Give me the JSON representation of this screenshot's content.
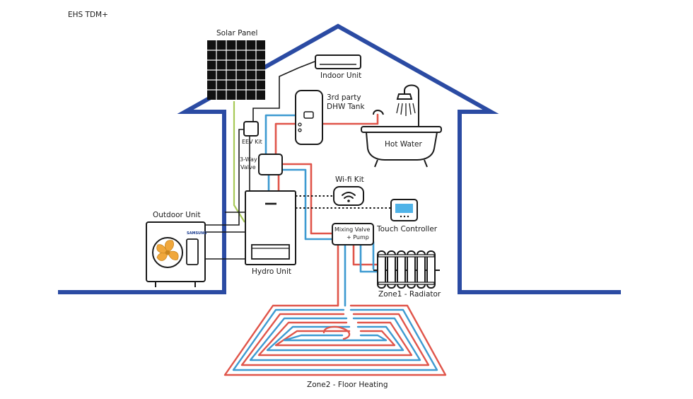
{
  "title": "EHS TDM+",
  "labels": {
    "solar_panel": "Solar Panel",
    "indoor_unit": "Indoor Unit",
    "dhw_tank_line1": "3rd party",
    "dhw_tank_line2": "DHW Tank",
    "eev_kit": "EEV Kit",
    "three_way_valve_line1": "3-Way",
    "three_way_valve_line2": "Valve",
    "hot_water": "Hot Water",
    "wifi_kit": "Wi-fi Kit",
    "outdoor_unit": "Outdoor Unit",
    "touch_controller": "Touch Controller",
    "mixing_valve_line1": "Mixing Valve",
    "mixing_valve_line2": "+ Pump",
    "hydro_unit": "Hydro Unit",
    "zone1": "Zone1 - Radiator",
    "zone2": "Zone2 - Floor Heating",
    "brand": "SAMSUNG"
  },
  "colors": {
    "house_outline": "#2b4ba3",
    "hot_pipe": "#e0554a",
    "cold_pipe": "#3d9ad1",
    "solar_cable": "#a7c957",
    "line": "#1a1a1a",
    "fan": "#f0a73b",
    "controller_screen": "#4fb3e8"
  },
  "icons": [
    "solar-panel-icon",
    "indoor-unit-icon",
    "dhw-tank-icon",
    "bathtub-icon",
    "shower-icon",
    "wifi-icon",
    "touch-controller-icon",
    "outdoor-unit-icon",
    "fan-icon",
    "hydro-unit-icon",
    "radiator-icon",
    "floor-heating-icon"
  ]
}
